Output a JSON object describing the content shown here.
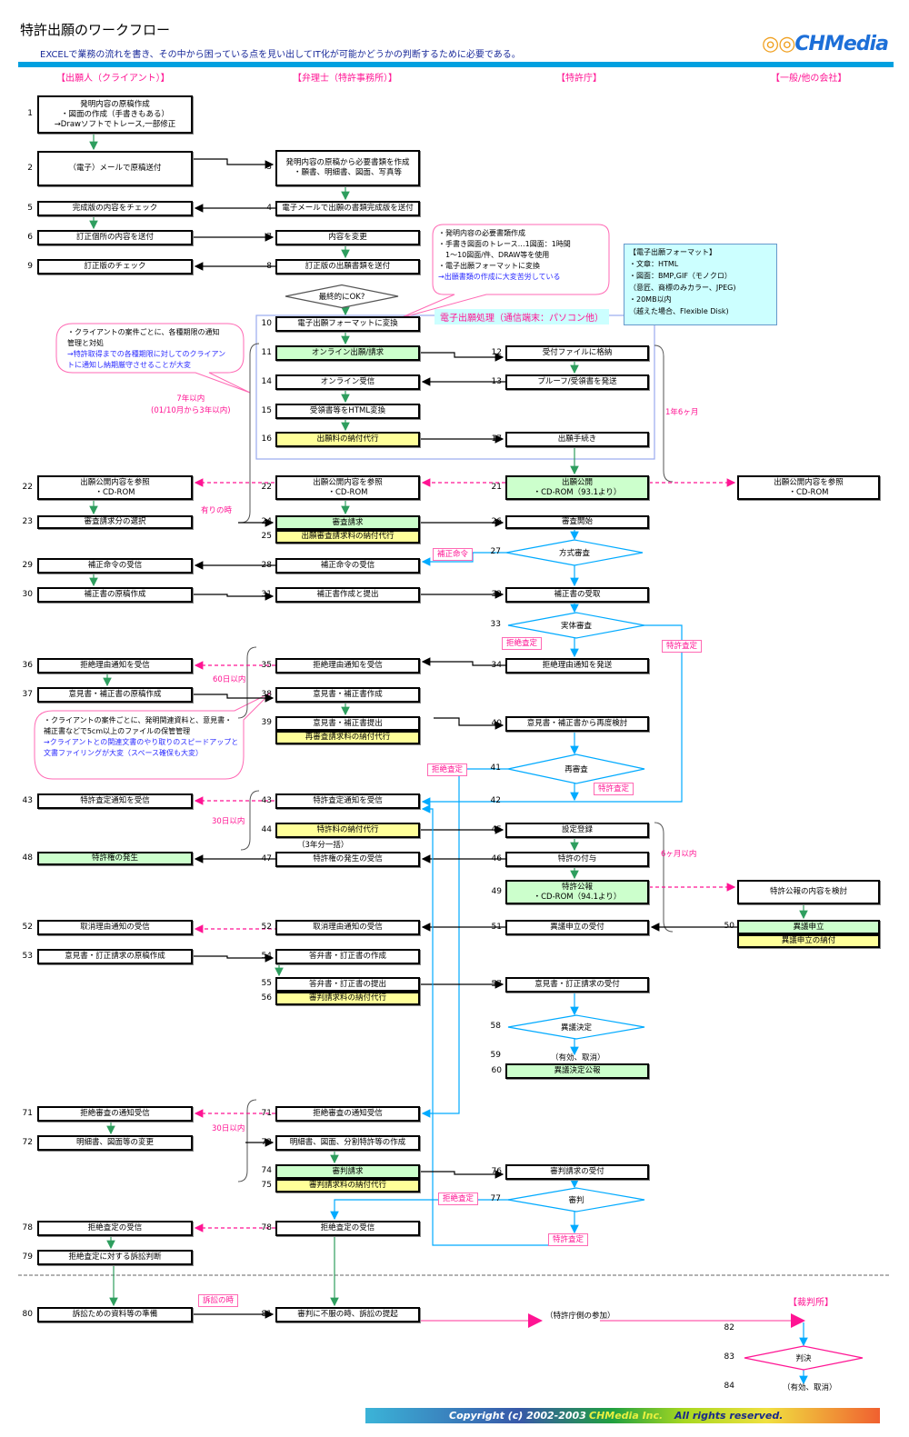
{
  "header": {
    "title": "特許出願のワークフロー",
    "subtitle": "EXCELで業務の流れを書き、その中から困っている点を見い出してIT化が可能かどうかの判断するために必要である。",
    "logo": "CHMedia"
  },
  "lanes": [
    "【出願人（クライアント）】",
    "【弁理士（特許事務所）】",
    "【特許庁】",
    "【一般/他の会社】"
  ],
  "court": "【裁判所】",
  "colors": {
    "accent_bar": "#00a0e0",
    "highlight_pink": "#ff1493",
    "green_box": "#ccffcc",
    "yellow_box": "#ffff99",
    "cyan_box": "#ccffff",
    "flow_cyan": "#00aaff",
    "flow_green": "#2e9e5e"
  },
  "nodes": {
    "a1": {
      "num": "1",
      "lines": [
        "発明内容の原稿作成",
        "・図面の作成（手書きもある）",
        "→Drawソフトでトレース,一部修正"
      ]
    },
    "a2": {
      "num": "2",
      "lines": [
        "（電子）メールで原稿送付"
      ]
    },
    "b3": {
      "num": "3",
      "lines": [
        "発明内容の原稿から必要書類を作成",
        "・願書、明細書、図面、写真等"
      ]
    },
    "a5": {
      "num": "5",
      "lines": [
        "完成版の内容をチェック"
      ]
    },
    "b4": {
      "num": "4",
      "lines": [
        "電子メールで出願の書類完成版を送付"
      ]
    },
    "a6": {
      "num": "6",
      "lines": [
        "訂正個所の内容を送付"
      ]
    },
    "b7": {
      "num": "7",
      "lines": [
        "内容を変更"
      ]
    },
    "a9": {
      "num": "9",
      "lines": [
        "訂正版のチェック"
      ]
    },
    "b8": {
      "num": "8",
      "lines": [
        "訂正版の出願書類を送付"
      ]
    },
    "b10": {
      "num": "10",
      "lines": [
        "電子出願フォーマットに変換"
      ]
    },
    "b11": {
      "num": "11",
      "lines": [
        "オンライン出願/請求"
      ]
    },
    "c12": {
      "num": "12",
      "lines": [
        "受付ファイルに格納"
      ]
    },
    "b14": {
      "num": "14",
      "lines": [
        "オンライン受信"
      ]
    },
    "c13": {
      "num": "13",
      "lines": [
        "プルーフ/受領書を発送"
      ]
    },
    "b15": {
      "num": "15",
      "lines": [
        "受領書等をHTML変換"
      ]
    },
    "b16": {
      "num": "16",
      "lines": [
        "出願料の納付代行"
      ]
    },
    "c17": {
      "num": "17",
      "lines": [
        "出願手続き"
      ]
    },
    "a22": {
      "num": "22",
      "lines": [
        "出願公開内容を参照",
        "・CD-ROM"
      ]
    },
    "b22": {
      "num": "22",
      "lines": [
        "出願公開内容を参照",
        "・CD-ROM"
      ]
    },
    "c21": {
      "num": "21",
      "lines": [
        "出願公開",
        "・CD-ROM（93.1より）"
      ]
    },
    "d0": {
      "num": "",
      "lines": [
        "出願公開内容を参照",
        "・CD-ROM"
      ]
    },
    "a23": {
      "num": "23",
      "lines": [
        "審査請求分の選択"
      ]
    },
    "b24": {
      "num": "24",
      "lines": [
        "審査請求"
      ]
    },
    "b25": {
      "num": "25",
      "lines": [
        "出願審査請求料の納付代行"
      ]
    },
    "c26": {
      "num": "26",
      "lines": [
        "審査開始"
      ]
    },
    "a29": {
      "num": "29",
      "lines": [
        "補正命令の受信"
      ]
    },
    "b28": {
      "num": "28",
      "lines": [
        "補正命令の受信"
      ]
    },
    "a30": {
      "num": "30",
      "lines": [
        "補正書の原稿作成"
      ]
    },
    "b31": {
      "num": "31",
      "lines": [
        "補正書作成と提出"
      ]
    },
    "c32": {
      "num": "32",
      "lines": [
        "補正書の受取"
      ]
    },
    "a36": {
      "num": "36",
      "lines": [
        "拒絶理由通知を受信"
      ]
    },
    "b35": {
      "num": "35",
      "lines": [
        "拒絶理由通知を受信"
      ]
    },
    "c34": {
      "num": "34",
      "lines": [
        "拒絶理由通知を発送"
      ]
    },
    "a37": {
      "num": "37",
      "lines": [
        "意見書・補正書の原稿作成"
      ]
    },
    "b38": {
      "num": "38",
      "lines": [
        "意見書・補正書作成"
      ]
    },
    "b39": {
      "num": "39",
      "lines": [
        "意見書・補正書提出"
      ]
    },
    "b39y": {
      "num": "",
      "lines": [
        "再審査請求料の納付代行"
      ]
    },
    "c40": {
      "num": "40",
      "lines": [
        "意見書・補正書から再度検討"
      ]
    },
    "a43": {
      "num": "43",
      "lines": [
        "特許査定通知を受信"
      ]
    },
    "b43": {
      "num": "43",
      "lines": [
        "特許査定通知を受信"
      ]
    },
    "b44": {
      "num": "44",
      "lines": [
        "特許料の納付代行"
      ]
    },
    "c45": {
      "num": "45",
      "lines": [
        "設定登録"
      ]
    },
    "a48": {
      "num": "48",
      "lines": [
        "特許権の発生"
      ]
    },
    "b47": {
      "num": "47",
      "lines": [
        "特許権の発生の受信"
      ]
    },
    "c46": {
      "num": "46",
      "lines": [
        "特許の付与"
      ]
    },
    "c49": {
      "num": "49",
      "lines": [
        "特許公報",
        "・CD-ROM（94.1より）"
      ]
    },
    "d1": {
      "num": "",
      "lines": [
        "特許公報の内容を検討"
      ]
    },
    "a52": {
      "num": "52",
      "lines": [
        "取消理由通知の受信"
      ]
    },
    "b52": {
      "num": "52",
      "lines": [
        "取消理由通知の受信"
      ]
    },
    "c51": {
      "num": "51",
      "lines": [
        "異議申立の受付"
      ]
    },
    "d50": {
      "num": "50",
      "lines": [
        "異議申立"
      ]
    },
    "d50y": {
      "num": "",
      "lines": [
        "異議申立の納付"
      ]
    },
    "a53": {
      "num": "53",
      "lines": [
        "意見書・訂正請求の原稿作成"
      ]
    },
    "b54": {
      "num": "54",
      "lines": [
        "答弁書・訂正書の作成"
      ]
    },
    "b55": {
      "num": "55",
      "lines": [
        "答弁書・訂正書の提出"
      ]
    },
    "b56": {
      "num": "56",
      "lines": [
        "審判請求料の納付代行"
      ]
    },
    "c57": {
      "num": "57",
      "lines": [
        "意見書・訂正請求の受付"
      ]
    },
    "c60": {
      "num": "60",
      "lines": [
        "異議決定公報"
      ]
    },
    "a71": {
      "num": "71",
      "lines": [
        "拒絶審査の通知受信"
      ]
    },
    "b71": {
      "num": "71",
      "lines": [
        "拒絶審査の通知受信"
      ]
    },
    "a72": {
      "num": "72",
      "lines": [
        "明細書、図面等の変更"
      ]
    },
    "b73": {
      "num": "73",
      "lines": [
        "明細書、図面、分割特許等の作成"
      ]
    },
    "b74": {
      "num": "74",
      "lines": [
        "審判請求"
      ]
    },
    "b75": {
      "num": "75",
      "lines": [
        "審判請求料の納付代行"
      ]
    },
    "c76": {
      "num": "76",
      "lines": [
        "審判請求の受付"
      ]
    },
    "a78": {
      "num": "78",
      "lines": [
        "拒絶査定の受信"
      ]
    },
    "b78": {
      "num": "78",
      "lines": [
        "拒絶査定の受信"
      ]
    },
    "a79": {
      "num": "79",
      "lines": [
        "拒絶査定に対する訴訟判断"
      ]
    },
    "a80": {
      "num": "80",
      "lines": [
        "訴訟ための資料等の準備"
      ]
    },
    "b81": {
      "num": "81",
      "lines": [
        "審判に不服の時、訴訟の提起"
      ]
    }
  },
  "decisions": {
    "ok": {
      "num": "",
      "label": "最終的にOK?"
    },
    "c27": {
      "num": "27",
      "label": "方式審査"
    },
    "c33": {
      "num": "33",
      "label": "実体審査"
    },
    "c41": {
      "num": "41",
      "label": "再審査"
    },
    "c58": {
      "num": "58",
      "label": "異議決定"
    },
    "c77": {
      "num": "77",
      "label": "審判"
    },
    "d83": {
      "num": "83",
      "label": "判決"
    }
  },
  "extra_nums": {
    "n42": "42",
    "n59": "59",
    "n82": "82",
    "n84": "84"
  },
  "plain_texts": {
    "three_years": "（3年分一括）",
    "result59": "（有効、取消）",
    "result84": "（有効、取消）",
    "jpo_participation": "（特許庁側の参加）"
  },
  "branch_labels": {
    "if_yes": "有りの時",
    "amend_order": "補正命令",
    "reject1": "拒絶査定",
    "grant1": "特許査定",
    "reject2": "拒絶査定",
    "grant2": "特許査定",
    "reject3": "拒絶査定",
    "grant3": "特許査定",
    "lawsuit": "訴訟の時"
  },
  "time_labels": {
    "seven_years": "7年以内",
    "seven_years_note": "(01/10月から3年以内)",
    "one_half_year": "1年6ヶ月",
    "sixty_days": "60日以内",
    "thirty_days_1": "30日以内",
    "six_months": "6ヶ月以内",
    "thirty_days_2": "30日以内"
  },
  "callouts": {
    "docs": {
      "lines": [
        "・発明内容の必要書類作成",
        "・手書き図面のトレース…1図面：1時間",
        "　1〜10図面/件、DRAW等を使用",
        "・電子出願フォーマットに変換"
      ],
      "emphasis": "→出願書類の作成に大変苦労している"
    },
    "deadline": {
      "lines": [
        "・クライアントの案件ごとに、各種期限の通知",
        "管理と対処"
      ],
      "emphasis": "→特許取得までの各種期限に対してのクライアントに通知し納期厳守させることが大変"
    },
    "files": {
      "lines": [
        "・クライアントの案件ごとに、発明関連資料と、意見書・",
        "補正書などで5cm以上のファイルの保管管理"
      ],
      "emphasis": "→クライアントとの関連文書のやり取りのスピードアップと文書ファイリングが大変（スペース確保も大変）"
    }
  },
  "e_format": {
    "title": "【電子出願フォーマット】",
    "lines": [
      "・文章：HTML",
      "・図面：BMP,GIF（モノクロ）",
      "（意匠、商標のみカラー、JPEG)",
      "・20MB以内",
      "（越えた場合、Flexible Disk)"
    ]
  },
  "e_process_label": "電子出願処理（通信端末：パソコン他）",
  "footer": {
    "copyright": "Copyright (c) 2002-2003",
    "company": "CHMedia Inc.",
    "rights": "All rights reserved."
  }
}
